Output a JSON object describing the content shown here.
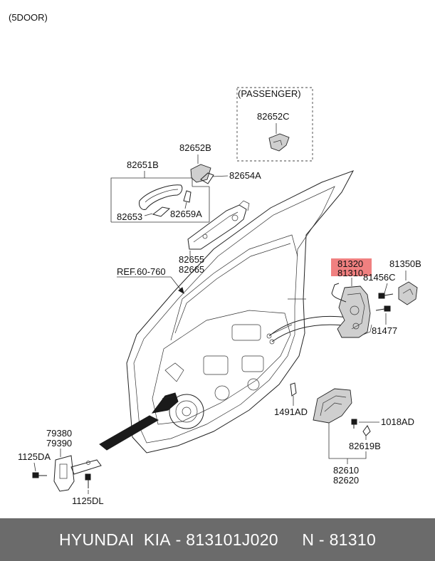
{
  "variant_note": "(5DOOR)",
  "passenger_box_label": "(PASSENGER)",
  "ref_label": "REF.60-760",
  "highlight_color": "#f08080",
  "parts": {
    "p82652C": "82652C",
    "p82652B": "82652B",
    "p82651B": "82651B",
    "p82654A": "82654A",
    "p82653": "82653",
    "p82659A": "82659A",
    "p82655": "82655",
    "p82665": "82665",
    "p81320": "81320",
    "p81310": "81310",
    "p81350B": "81350B",
    "p81456C": "81456C",
    "p81477": "81477",
    "p1491AD": "1491AD",
    "p1018AD": "1018AD",
    "p82619B": "82619B",
    "p82610": "82610",
    "p82620": "82620",
    "p79380": "79380",
    "p79390": "79390",
    "p1125DA": "1125DA",
    "p1125DL": "1125DL"
  },
  "footer": {
    "brand": "HYUNDAI  KIA",
    "part_number": "813101J020",
    "catalog_ref": "N - 81310"
  }
}
